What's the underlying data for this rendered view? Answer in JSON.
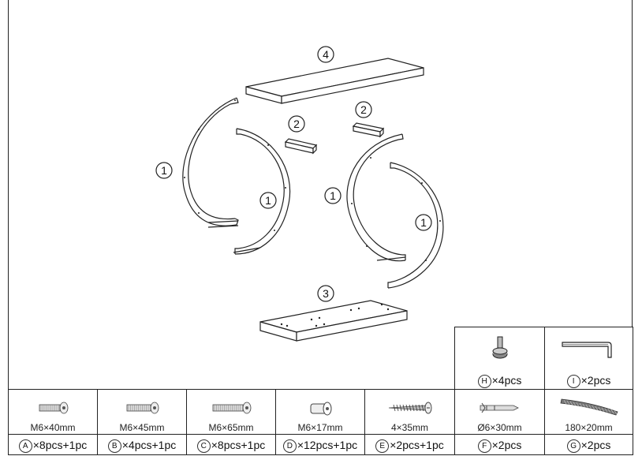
{
  "callouts": {
    "c4": "4",
    "c2a": "2",
    "c2b": "2",
    "c1a": "1",
    "c1b": "1",
    "c1c": "1",
    "c1d": "1",
    "c3": "3"
  },
  "hardware_top": [
    {
      "letter": "H",
      "qty": "×4pcs"
    },
    {
      "letter": "I",
      "qty": "×2pcs"
    }
  ],
  "hardware_bottom": [
    {
      "size": "M6×40mm",
      "letter": "A",
      "qty": "×8pcs+1pc"
    },
    {
      "size": "M6×45mm",
      "letter": "B",
      "qty": "×4pcs+1pc"
    },
    {
      "size": "M6×65mm",
      "letter": "C",
      "qty": "×8pcs+1pc"
    },
    {
      "size": "M6×17mm",
      "letter": "D",
      "qty": "×12pcs+1pc"
    },
    {
      "size": "4×35mm",
      "letter": "E",
      "qty": "×2pcs+1pc"
    },
    {
      "size": "Ø6×30mm",
      "letter": "F",
      "qty": "×2pcs"
    },
    {
      "size": "180×20mm",
      "letter": "G",
      "qty": "×2pcs"
    }
  ]
}
